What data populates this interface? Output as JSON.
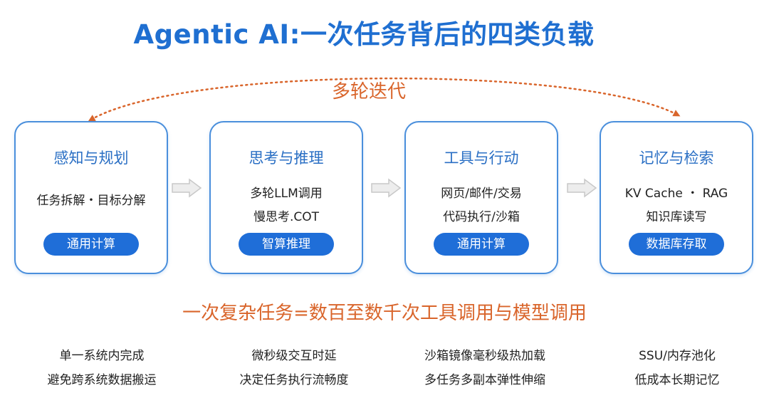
{
  "title": "Agentic AI:一次任务背后的四类负载",
  "loop_label": "多轮迭代",
  "colors": {
    "primary_blue": "#1f6fd1",
    "card_border": "#4a8fdc",
    "pill_blue": "#1f6ed8",
    "accent_orange": "#d9652b",
    "arrow_gray": "#c8c8c8"
  },
  "stages": [
    {
      "title": "感知与规划",
      "lines": [
        "任务拆解・目标分解"
      ],
      "badge": "通用计算"
    },
    {
      "title": "思考与推理",
      "lines": [
        "多轮LLM调用",
        "慢思考.COT"
      ],
      "badge": "智算推理"
    },
    {
      "title": "工具与行动",
      "lines": [
        "网页/邮件/交易",
        "代码执行/沙箱"
      ],
      "badge": "通用计算"
    },
    {
      "title": "记忆与检索",
      "lines": [
        "KV Cache ・ RAG",
        "知识库读写"
      ],
      "badge": "数据库存取"
    }
  ],
  "equation": "一次复杂任务=数百至数千次工具调用与模型调用",
  "footnotes": [
    [
      "单一系统内完成",
      "避免跨系统数据搬运"
    ],
    [
      "微秒级交互时延",
      "决定任务执行流畅度"
    ],
    [
      "沙箱镜像毫秒级热加载",
      "多任务多副本弹性伸缩"
    ],
    [
      "SSU/内存池化",
      "低成本长期记忆"
    ]
  ],
  "icons": {
    "loop_arrow": "dotted-curved-double-arrow-icon",
    "flow_arrow": "right-arrow-icon"
  }
}
